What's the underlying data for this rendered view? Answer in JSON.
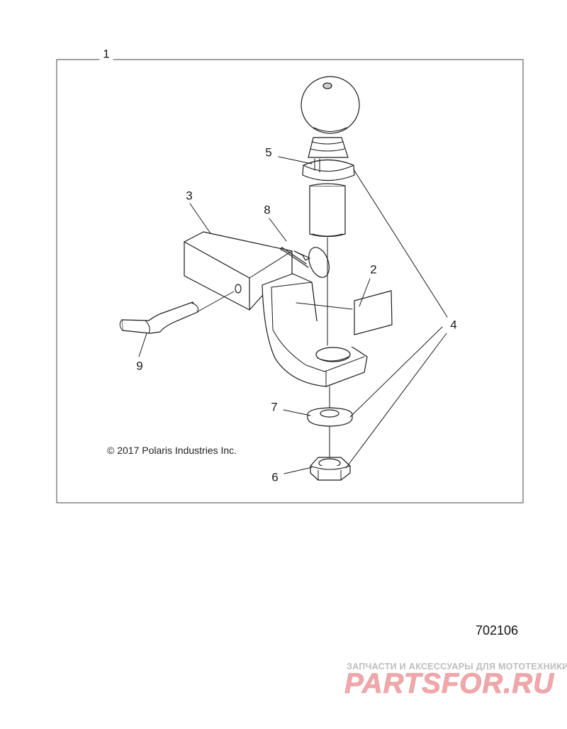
{
  "callouts": {
    "c1": "1",
    "c2": "2",
    "c3": "3",
    "c4": "4",
    "c5": "5",
    "c6": "6",
    "c7": "7",
    "c8": "8",
    "c9": "9"
  },
  "copyright": "© 2017 Polaris Industries Inc.",
  "drawing_number": "702106",
  "watermark": {
    "tagline": "ЗАПЧАСТИ И АКСЕССУАРЫ ДЛЯ МОТОТЕХНИКИ",
    "logo": "PARTSFOR.RU",
    "color": "#f0a8ab"
  },
  "colors": {
    "line": "#1a1a1a",
    "frame": "#333333"
  }
}
